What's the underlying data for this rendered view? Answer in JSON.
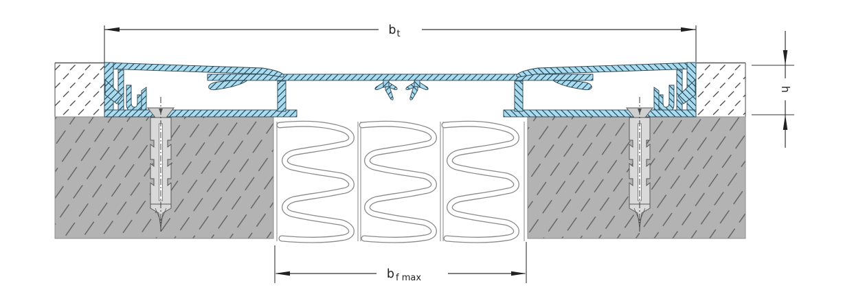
{
  "labels": {
    "bt": {
      "base": "b",
      "sub": "t"
    },
    "h": {
      "base": "h"
    },
    "bf": {
      "base": "b",
      "sub": "f max"
    }
  },
  "colors": {
    "background": "#ffffff",
    "profile_blue": "#a9dcf0",
    "profile_hatch_line": "#1d3a47",
    "concrete_gray": "#b3b3b3",
    "concrete_hatch_line": "#5f5f5f",
    "screed_hatch_line": "#4c4c4c",
    "screw_gray": "#d9d9d9",
    "screw_head_gray": "#cfcfcf",
    "insulation_line": "#8a8a8a",
    "dimension_line": "#333333"
  }
}
